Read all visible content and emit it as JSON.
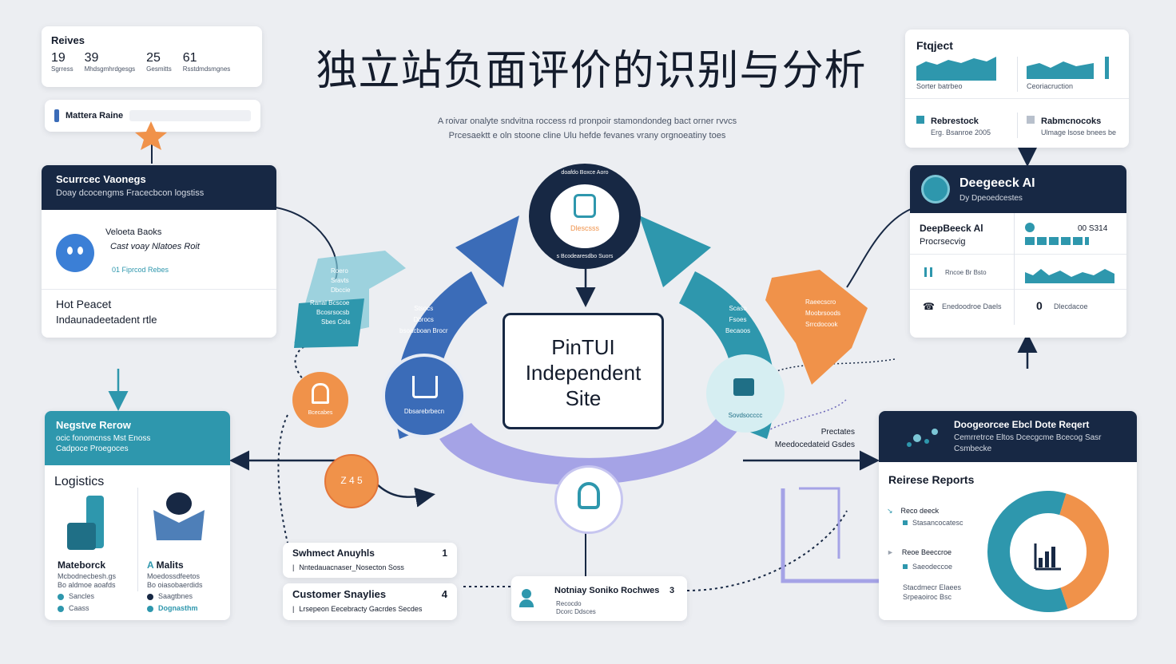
{
  "title": "独立站负面评价的识别与分析",
  "subtitle_line1": "A roivar onalyte sndvitna roccess rd pronpoir stamondondeg bact orner rvvcs",
  "subtitle_line2": "Prcesaektt e oln stoone cline Ulu hefde fevanes vrany orgnoeatiny toes",
  "colors": {
    "navy": "#172844",
    "teal": "#2e97ad",
    "blue": "#3b6cb8",
    "orange": "#f0924a",
    "lavender": "#9b9ae0"
  },
  "reviews_card": {
    "title": "Reives",
    "stats": [
      {
        "value": "19",
        "label": "Sgrress"
      },
      {
        "value": "39",
        "label": "Mhdsgmhrdgesgs"
      },
      {
        "value": "25",
        "label": "Gesmitts"
      },
      {
        "value": "61",
        "label": "Rsstdmdsmgnes"
      }
    ],
    "rating_label": "Mattera Raine"
  },
  "sources_card": {
    "header_title": "Scurrcec Vaonegs",
    "header_sub": "Doay dcocengms Fracecbcon logstiss",
    "profile_name": "Veloeta Baoks",
    "profile_line": "Cast voay Nlatoes Roit",
    "profile_meta": "01  Fiprcod  Rebes",
    "product_title": "Hot Peacet",
    "product_sub": "Indaunadeetadent rtle"
  },
  "negative_card": {
    "header_title": "Negstve Rerow",
    "header_sub1": "ocic fonomcnss Mst Enoss",
    "header_sub2": "Cadpoce  Proegoces",
    "section": "Logistics",
    "left_title": "Mateborck",
    "left_sub1": "Mcbodnecbesh.gs",
    "left_sub2": "Bo aldmoe aoafds",
    "left_items": [
      "Sancles",
      "Caass"
    ],
    "right_title": "Malits",
    "right_sub1": "Moedossdfeetos",
    "right_sub2": "Bo oiasobaerdids",
    "right_items": [
      "Saagtbnes",
      "Dognasthm"
    ]
  },
  "project_card": {
    "title": "Ftqject",
    "bar1_label": "Sorter batrbeo",
    "bar2_label": "Ceoriacruction",
    "item1_title": "Rebrestock",
    "item1_sub": "Erg. Bsanroe 2005",
    "item2_title": "Rabmcnocoks",
    "item2_sub": "Ulmage lsose bnees be"
  },
  "ai_card": {
    "title": "Deegeeck AI",
    "subtitle": "Dy  Dpeoedcestes",
    "row1_title": "DeepBeeck Al",
    "row1_sub": "Procrsecvig",
    "row1_value": "00 S314",
    "row2_label": "Rncoe  Br  Bsto",
    "row3_left": "Enedoodroe Daels",
    "row3_right": "Dlecdacoe"
  },
  "report_card": {
    "header_title": "Doogeorcee Ebcl Dote Reqert",
    "header_sub1": "Cemrretrce Eltos Dcecgcme Bcecog Sasr",
    "header_sub2": "Csmbecke",
    "section": "Reirese Reports",
    "item1_title": "Reco deeck",
    "item1_sub": "Stasancocatesc",
    "item2_title": "Reoe Beeccroe",
    "item2_sub": "Saeodeccoe",
    "item3_title": "Stacdmecr Elaees",
    "item3_sub": "Srpeaoiroc Bsc",
    "donut": {
      "orange": 0.4,
      "teal": 0.6
    }
  },
  "center": {
    "line1": "PinTUI",
    "line2": "Independent",
    "line3": "Site"
  },
  "top_node": {
    "label": "Dlescsss",
    "ring_text_top": "doafdo Boxce Aoro",
    "ring_text_bottom": "s  Bcodearesdbo  Suors"
  },
  "left_node_label": "Dbsarebrbecn",
  "right_node_label": "Sovdsocccc",
  "left_arc_label": [
    "Stsocs",
    "Dbrocs",
    "bsoacboan Brocr"
  ],
  "right_arc_label": [
    "Scaso",
    "Fsoes",
    "Becaoos"
  ],
  "left_tag_lines": [
    "Roero",
    "Sravts",
    "Dbccie",
    "Ranal  Bcscoe",
    "Bcosrsocsb",
    "Sbes  Cols"
  ],
  "right_tag_lines": [
    "Raeecscro",
    "Moobrsoods",
    "Srrcdocook"
  ],
  "orange_left_label": "Bcecabes",
  "orange_ring_label": "Z 4 5",
  "products_label": [
    "Prectates",
    "Meedocedateid Gsdes"
  ],
  "list_items": [
    {
      "title": "Swhmect Anuyhls",
      "num": "1",
      "sub": "Nntedauacnaser_Nosecton Soss"
    },
    {
      "title": "Customer Snaylies",
      "num": "4",
      "sub": "Lrsepeon Eecebracty Gacrdes Secdes"
    }
  ],
  "bottom_item": {
    "title": "Notniay Soniko Rochwes",
    "num": "3",
    "sub1": "Recocdo",
    "sub2": "Dcorc Ddsces"
  }
}
